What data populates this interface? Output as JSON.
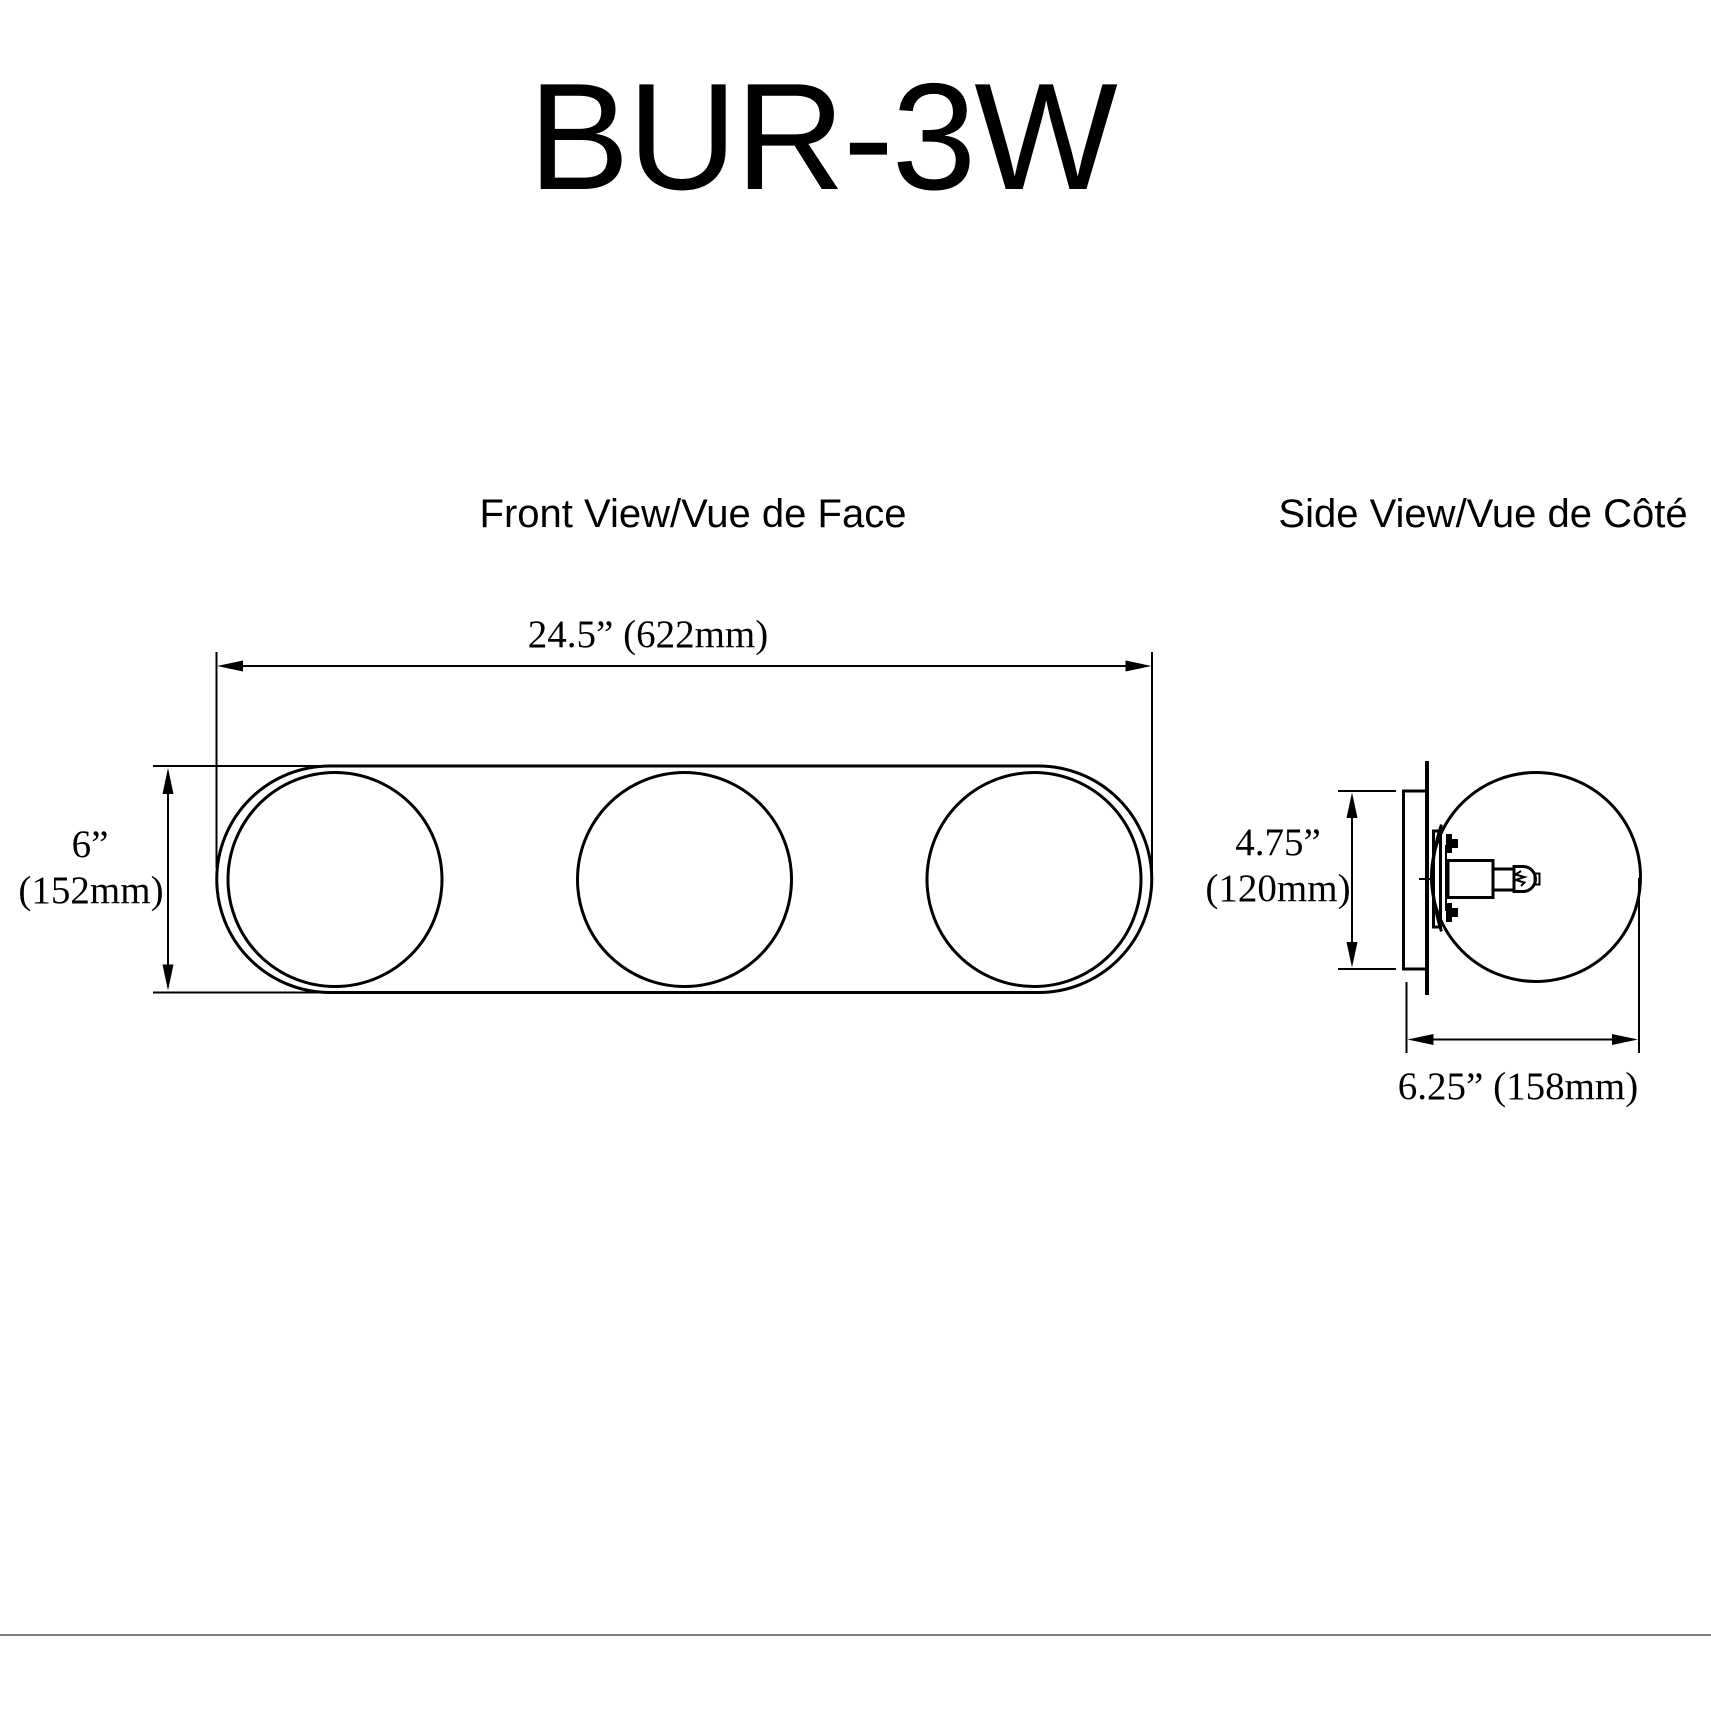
{
  "title": "BUR-3W",
  "views": {
    "front": {
      "label": "Front View/Vue de Face"
    },
    "side": {
      "label": "Side View/Vue de Côté"
    }
  },
  "dimensions": {
    "width": {
      "label": "24.5” (622mm)",
      "inches": "24.5",
      "mm": 622
    },
    "height": {
      "line1": "6”",
      "line2": "(152mm)",
      "inches": "6",
      "mm": 152
    },
    "backplate": {
      "line1": "4.75”",
      "line2": "(120mm)",
      "inches": "4.75",
      "mm": 120
    },
    "depth": {
      "label": "6.25” (158mm)",
      "inches": "6.25",
      "mm": 158
    }
  },
  "colors": {
    "line": "#000000",
    "background": "#ffffff",
    "footer_rule": "#808080"
  }
}
